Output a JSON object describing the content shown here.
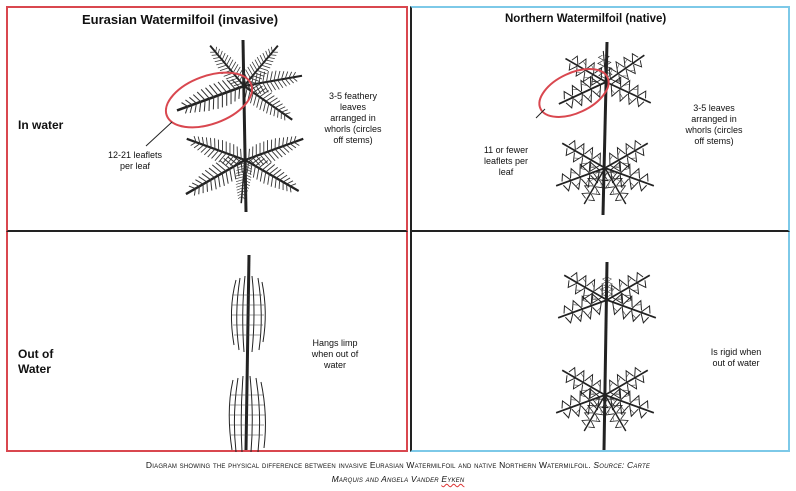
{
  "panels": {
    "eurasian_title": "Eurasian Watermilfoil (invasive)",
    "northern_title": "Northern Watermilfoil (native)"
  },
  "rows": {
    "in_water": "In water",
    "out_of_water_line1": "Out of",
    "out_of_water_line2": "Water"
  },
  "notes": {
    "eurasian_leaves": [
      "3-5 feathery",
      "leaves",
      "arranged in",
      "whorls (circles",
      "off stems)"
    ],
    "eurasian_leaflets": [
      "12-21 leaflets",
      "per leaf"
    ],
    "northern_leaves": [
      "3-5 leaves",
      "arranged in",
      "whorls (circles",
      "off stems)"
    ],
    "northern_leaflets": [
      "11 or fewer",
      "leaflets per",
      "leaf"
    ],
    "eurasian_out": [
      "Hangs limp",
      "when out of",
      "water"
    ],
    "northern_out": [
      "Is rigid when",
      "out of water"
    ]
  },
  "caption": {
    "line1_main": "Diagram showing the physical difference between invasive Eurasian Watermilfoil and native Northern Watermilfoil.",
    "line1_source": "Source: Carte",
    "line2_a": "Marquis and Angela Vander",
    "line2_b": "Eyken"
  },
  "colors": {
    "invasive_border": "#d9474f",
    "native_border": "#7dc9e8",
    "highlight_ellipse": "#d9474f"
  }
}
